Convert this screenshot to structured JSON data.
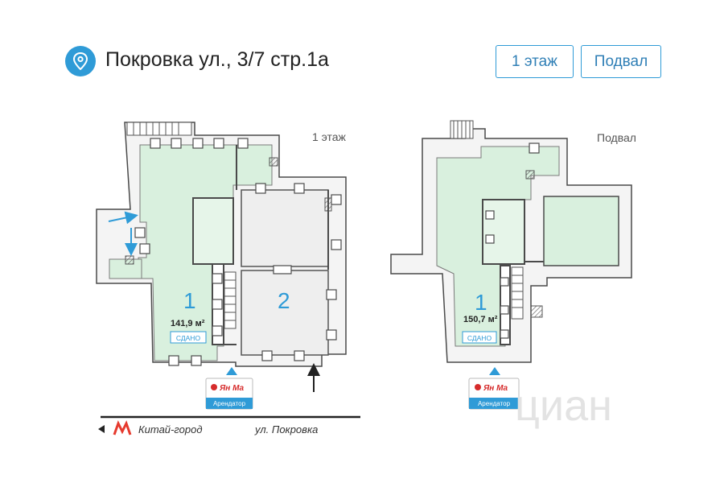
{
  "header": {
    "pin_icon": "location-pin-icon",
    "address": "Покровка ул., 3/7 стр.1а",
    "buttons": [
      {
        "label": "1 этаж"
      },
      {
        "label": "Подвал"
      }
    ]
  },
  "floors": [
    {
      "title": "1 этаж",
      "rooms": [
        {
          "number": "1",
          "area": "141,9 м²",
          "status": "СДАНО"
        },
        {
          "number": "2"
        }
      ],
      "tenant": {
        "brand": "Ян Ма",
        "role": "Арендатор"
      }
    },
    {
      "title": "Подвал",
      "rooms": [
        {
          "number": "1",
          "area": "150,7 м²",
          "status": "СДАНО"
        }
      ],
      "tenant": {
        "brand": "Ян Ма",
        "role": "Арендатор"
      }
    }
  ],
  "legend": {
    "metro_icon": "metro-m-icon",
    "metro_station": "Китай-город",
    "street": "ул. Покровка"
  },
  "watermark": "циан",
  "colors": {
    "accent": "#2f9bd7",
    "room_rented": "#d9f0de",
    "room_free": "#eeeeee",
    "wall": "#4a4a4a",
    "metro_red": "#e63a2e"
  }
}
